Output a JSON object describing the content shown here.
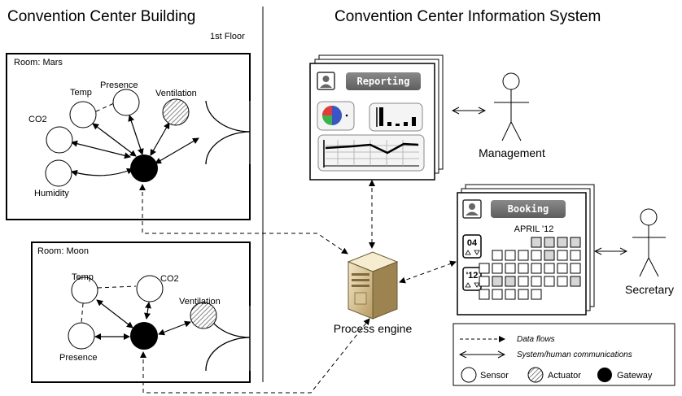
{
  "titles": {
    "building": "Convention Center Building",
    "system": "Convention Center Information System",
    "floor": "1st Floor"
  },
  "rooms": {
    "mars": {
      "title": "Room:  Mars",
      "temp": "Temp",
      "presence": "Presence",
      "ventilation": "Ventilation",
      "co2": "CO2",
      "humidity": "Humidity"
    },
    "moon": {
      "title": "Room: Moon",
      "temp": "Temp",
      "co2": "CO2",
      "ventilation": "Ventilation",
      "presence": "Presence"
    }
  },
  "reporting": {
    "button": "Reporting"
  },
  "booking": {
    "button": "Booking",
    "month": "APRIL '12",
    "day": "04",
    "year": "'12"
  },
  "actors": {
    "management": "Management",
    "secretary": "Secretary"
  },
  "process_engine": "Process engine",
  "legend": {
    "data_flows": "Data flows",
    "communications": "System/human communications",
    "sensor": "Sensor",
    "actuator": "Actuator",
    "gateway": "Gateway"
  },
  "icons": [
    "user-icon",
    "pie-chart-icon",
    "bar-chart-icon",
    "line-chart-icon",
    "server-icon",
    "stick-figure-icon"
  ]
}
